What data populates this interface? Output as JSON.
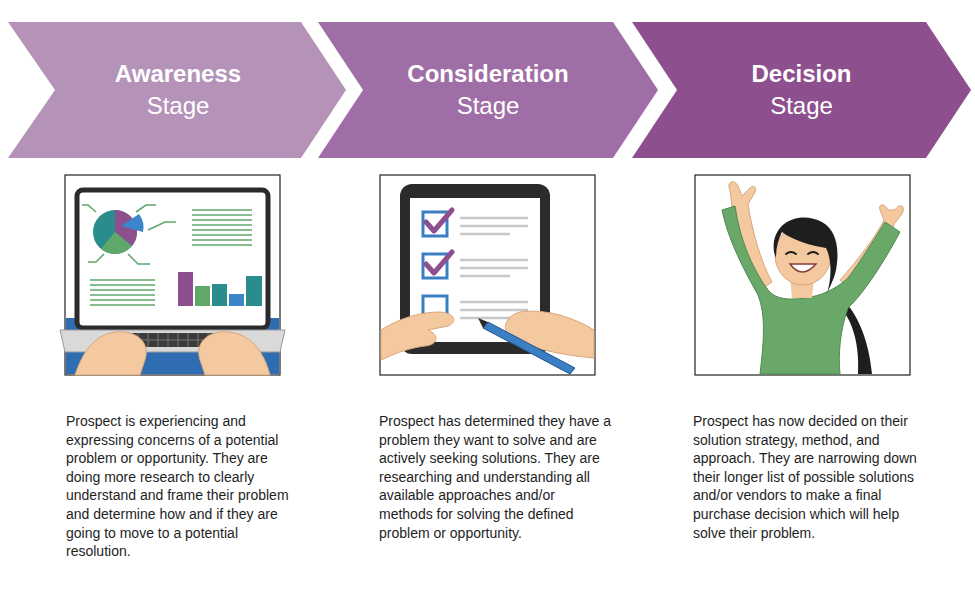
{
  "diagram": {
    "nodes": [
      {
        "text": [
          "Awareness",
          "Stage"
        ]
      },
      {
        "text": [
          "Consideration",
          "Stage"
        ]
      },
      {
        "text": [
          "Decision",
          "Stage"
        ]
      }
    ],
    "labels": [
      "Prospect is experiencing and expressing concerns of a potential problem or opportunity. They are doing more research to clearly understand and frame their problem and determine how and if they are going to move to a potential resolution.",
      "Prospect has determined they have a problem they want to solve and are actively seeking solutions. They are researching and understanding all available approaches and/or methods for solving the defined problem or opportunity.",
      "Prospect has now decided on their solution strategy, method, and approach. They are narrowing down their longer list of possible solutions and/or vendors to make a final purchase decision which will help solve their problem."
    ]
  }
}
